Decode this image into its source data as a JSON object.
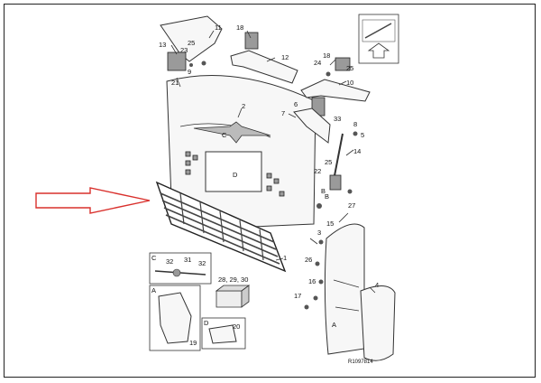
{
  "labels": {
    "l11": "11",
    "l18a": "18",
    "l13": "13",
    "l25a": "25",
    "l23": "23",
    "l9": "9",
    "l21": "21",
    "l12": "12",
    "l18b": "18",
    "l24": "24",
    "l25b": "25",
    "l10": "10",
    "l2": "2",
    "l7": "7",
    "l6": "6",
    "l33": "33",
    "l8": "8",
    "l5": "5",
    "l14": "14",
    "l22": "22",
    "l25c": "25",
    "l27": "27",
    "l15": "15",
    "l3": "3",
    "l26": "26",
    "l4": "4",
    "l1": "1",
    "l17": "17",
    "l16": "16",
    "l32a": "32",
    "l31": "31",
    "l32b": "32",
    "l282930": "28, 29, 30",
    "l19": "19",
    "l20": "20",
    "cC": "C",
    "cD": "D",
    "cB": "B",
    "cA": "A",
    "bC": "C",
    "bA": "A",
    "bD": "D",
    "bB": "B"
  },
  "reference_code": "R1097814",
  "colors": {
    "arrow": "#d9302c",
    "line": "#333333"
  },
  "icons": [
    "front-arrow-icon",
    "callout-arrow-icon",
    "tool-icon"
  ]
}
